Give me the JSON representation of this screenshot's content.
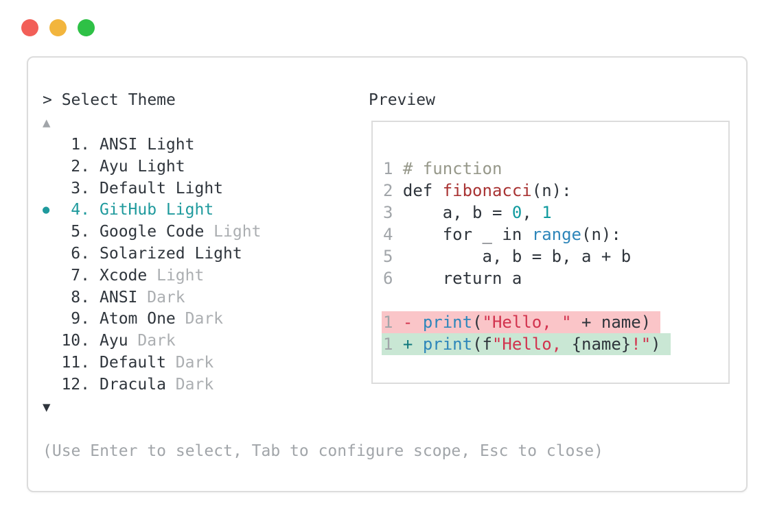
{
  "window": {
    "traffic_lights": [
      {
        "name": "close",
        "color": "#f25f58"
      },
      {
        "name": "minimize",
        "color": "#f2b53d"
      },
      {
        "name": "zoom",
        "color": "#2ec146"
      }
    ]
  },
  "colors": {
    "text": "#2f353c",
    "muted_gray": "#a1a5a9",
    "accent_teal": "#1f9a9d",
    "comment_olive": "#96988a",
    "function_red": "#a93434",
    "string_crimson": "#d2334e",
    "builtin_blue": "#2e86ba",
    "number_teal": "#0f9a9e",
    "diff_plus_text": "#10787c",
    "diff_minus_bg": "#fac5c8",
    "diff_plus_bg": "#c9e7d4",
    "panel_border": "#dcdcdc"
  },
  "theme_picker": {
    "prompt": "> Select Theme",
    "scroll_up_icon": "▲",
    "scroll_down_icon": "▼",
    "selected_bullet": "●",
    "items": [
      {
        "num": "1.",
        "name": "ANSI Light",
        "dim": "",
        "selected": false
      },
      {
        "num": "2.",
        "name": "Ayu Light",
        "dim": "",
        "selected": false
      },
      {
        "num": "3.",
        "name": "Default Light",
        "dim": "",
        "selected": false
      },
      {
        "num": "4.",
        "name": "GitHub Light",
        "dim": "",
        "selected": true
      },
      {
        "num": "5.",
        "name": "Google Code",
        "dim": "Light",
        "selected": false
      },
      {
        "num": "6.",
        "name": "Solarized Light",
        "dim": "",
        "selected": false
      },
      {
        "num": "7.",
        "name": "Xcode",
        "dim": "Light",
        "selected": false
      },
      {
        "num": "8.",
        "name": "ANSI",
        "dim": "Dark",
        "selected": false
      },
      {
        "num": "9.",
        "name": "Atom One",
        "dim": "Dark",
        "selected": false
      },
      {
        "num": "10.",
        "name": "Ayu",
        "dim": "Dark",
        "selected": false
      },
      {
        "num": "11.",
        "name": "Default",
        "dim": "Dark",
        "selected": false
      },
      {
        "num": "12.",
        "name": "Dracula",
        "dim": "Dark",
        "selected": false
      }
    ],
    "hint": "(Use Enter to select, Tab to configure scope, Esc to close)"
  },
  "preview": {
    "label": "Preview",
    "code_lines": [
      {
        "num": "1",
        "hl": "",
        "tokens": [
          [
            "# function",
            "com"
          ]
        ]
      },
      {
        "num": "2",
        "hl": "",
        "tokens": [
          [
            "def ",
            "txt"
          ],
          [
            "fibonacci",
            "fn"
          ],
          [
            "(n):",
            "txt"
          ]
        ]
      },
      {
        "num": "3",
        "hl": "",
        "tokens": [
          [
            "    a, b = ",
            "txt"
          ],
          [
            "0",
            "num"
          ],
          [
            ", ",
            "txt"
          ],
          [
            "1",
            "num"
          ]
        ]
      },
      {
        "num": "4",
        "hl": "",
        "tokens": [
          [
            "    for _ in ",
            "txt"
          ],
          [
            "range",
            "blt"
          ],
          [
            "(n):",
            "txt"
          ]
        ]
      },
      {
        "num": "5",
        "hl": "",
        "tokens": [
          [
            "        a, b = b, a + b",
            "txt"
          ]
        ]
      },
      {
        "num": "6",
        "hl": "",
        "tokens": [
          [
            "    return a",
            "txt"
          ]
        ]
      },
      {
        "num": "",
        "hl": "",
        "tokens": []
      },
      {
        "num": "1",
        "hl": "minus",
        "tokens": [
          [
            "- ",
            "minus"
          ],
          [
            "print",
            "blt"
          ],
          [
            "(",
            "txt"
          ],
          [
            "\"Hello, \"",
            "str"
          ],
          [
            " + name)",
            "txt"
          ]
        ]
      },
      {
        "num": "1",
        "hl": "plus",
        "tokens": [
          [
            "+ ",
            "plus"
          ],
          [
            "print",
            "blt"
          ],
          [
            "(f",
            "txt"
          ],
          [
            "\"Hello, ",
            "str"
          ],
          [
            "{name}",
            "txt"
          ],
          [
            "!\"",
            "str"
          ],
          [
            ")",
            "txt"
          ]
        ]
      }
    ]
  }
}
